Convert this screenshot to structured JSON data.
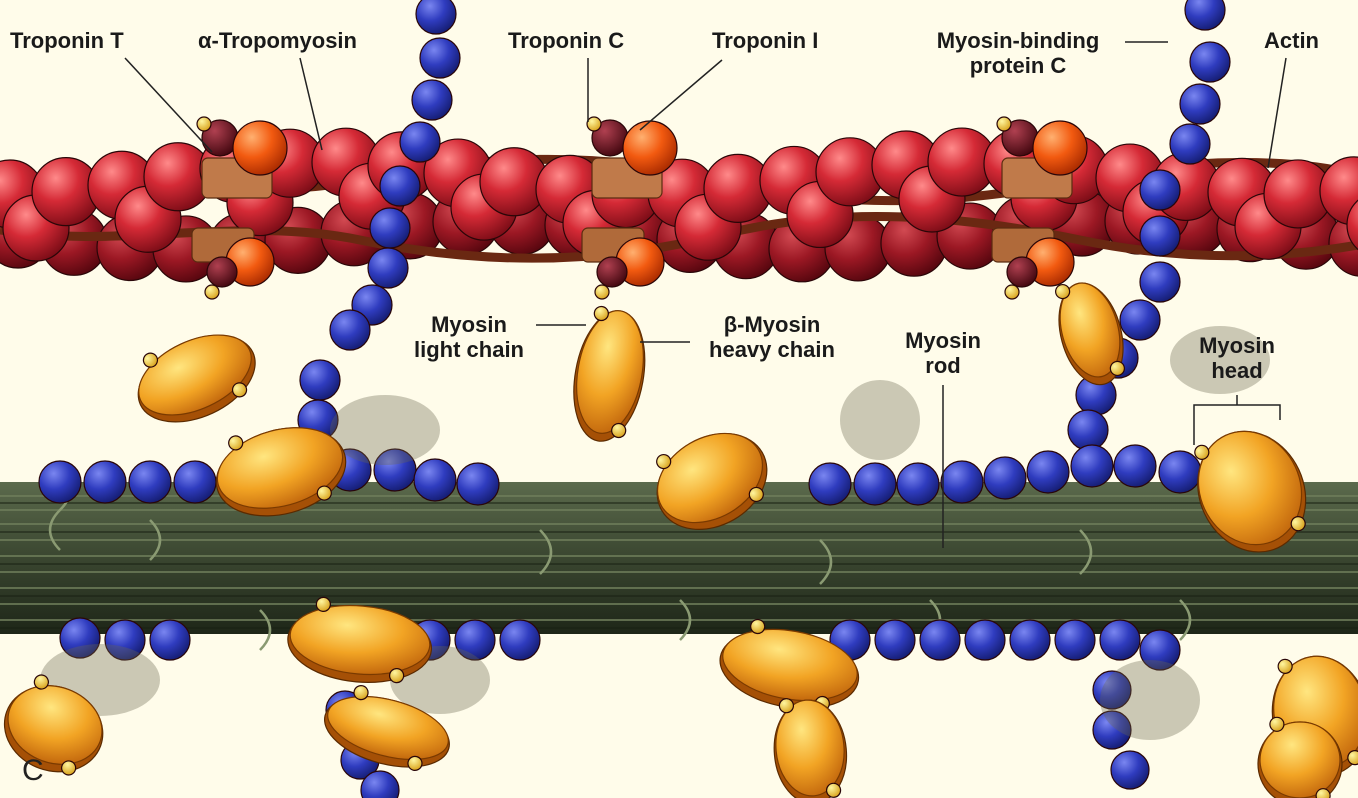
{
  "labels": {
    "troponin_t": "Troponin T",
    "alpha_tropomyosin": "α-Tropomyosin",
    "troponin_c": "Troponin C",
    "troponin_i": "Troponin I",
    "myosin_binding_protein_c_line1": "Myosin-binding",
    "myosin_binding_protein_c_line2": "protein C",
    "actin": "Actin",
    "myosin_light_chain_line1": "Myosin",
    "myosin_light_chain_line2": "light chain",
    "beta_myosin_heavy_chain_line1": "β-Myosin",
    "beta_myosin_heavy_chain_line2": "heavy chain",
    "myosin_rod_line1": "Myosin",
    "myosin_rod_line2": "rod",
    "myosin_head_line1": "Myosin",
    "myosin_head_line2": "head",
    "panel_letter": "C"
  },
  "colors": {
    "background": "#fffcea",
    "actin": "#c8202e",
    "tropomyosin": "#8a3a1c",
    "troponin_t": "#c07a4a",
    "troponin_i": "#f05a10",
    "troponin_c": "#6a1020",
    "myosin_binding_protein_c": "#2a36b0",
    "myosin_head": "#f0a020",
    "myosin_rod": "#3d4a32",
    "light_chain": "#f0d040"
  }
}
